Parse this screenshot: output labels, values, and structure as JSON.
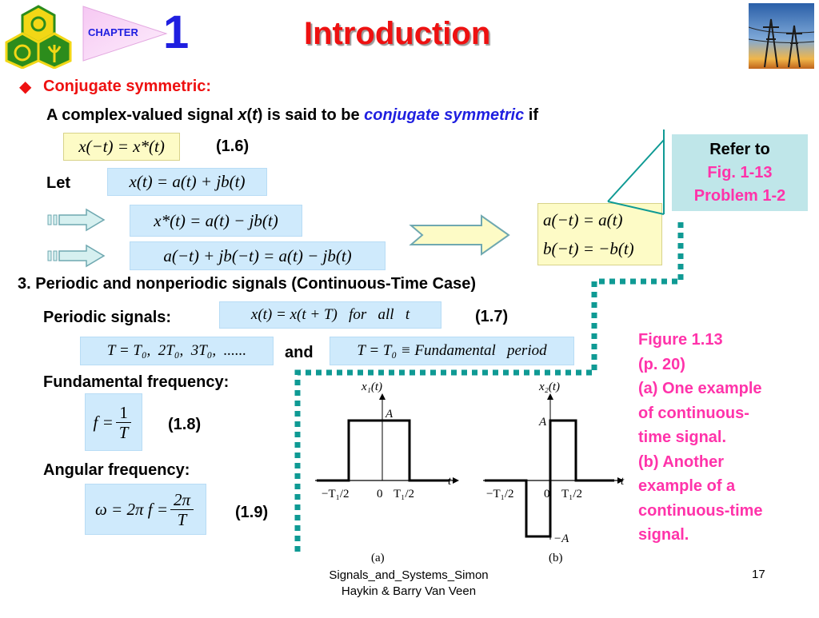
{
  "header": {
    "chapter_label": "CHAPTER",
    "chapter_number": "1",
    "title": "Introduction"
  },
  "section1": {
    "bullet": "◆",
    "heading": "Conjugate symmetric:",
    "sentence_prefix": "A complex-valued signal ",
    "sentence_var": "x",
    "sentence_paren_open": "(",
    "sentence_t": "t",
    "sentence_paren_close": ")",
    "sentence_middle": " is said to be ",
    "sentence_em": "conjugate symmetric",
    "sentence_suffix": " if",
    "eq_1_6": "x(−t) = x*(t)",
    "eq_1_6_label": "(1.6)",
    "let_label": "Let",
    "eq_let": "x(t) = a(t) + jb(t)",
    "eq_conj": "x*(t) = a(t) − jb(t)",
    "eq_sum": "a(−t) + jb(−t) = a(t) − jb(t)",
    "eq_result_a": "a(−t) = a(t)",
    "eq_result_b": "b(−t) = −b(t)"
  },
  "refer_box": {
    "line1": "Refer to",
    "line2": "Fig. 1-13",
    "line3": "Problem 1-2"
  },
  "section3": {
    "heading": "3. Periodic and nonperiodic signals (Continuous-Time Case)",
    "periodic_label": "Periodic signals:",
    "eq_1_7": "x(t) = x(t + T)   for   all   t",
    "eq_1_7_label": "(1.7)",
    "eq_periods": "T = T₀,  2T₀,  3T₀,  ......",
    "and_label": "and",
    "eq_fundamental": "T = T₀ ≡ Fundamental   period",
    "fund_freq_label": "Fundamental frequency:",
    "eq_1_8_lhs": "f =",
    "eq_1_8_num": "1",
    "eq_1_8_den": "T",
    "eq_1_8_label": "(1.8)",
    "ang_freq_label": "Angular frequency:",
    "eq_1_9_lhs": "ω = 2π f =",
    "eq_1_9_num": "2π",
    "eq_1_9_den": "T",
    "eq_1_9_label": "(1.9)"
  },
  "figure_caption": {
    "lines": [
      "Figure 1.13",
      "(p. 20)",
      "(a) One example",
      "of continuous-",
      "time signal.",
      "(b) Another",
      "example of a",
      "continuous-time",
      "signal."
    ]
  },
  "plots": {
    "a": {
      "ylabel": "x₁(t)",
      "amplitude_label": "A",
      "tick_left": "−T₁/2",
      "tick_zero": "0",
      "tick_right": "T₁/2",
      "xlabel": "t",
      "caption": "(a)"
    },
    "b": {
      "ylabel": "x₂(t)",
      "amplitude_label": "A",
      "neg_amplitude_label": "−A",
      "tick_left": "−T₁/2",
      "tick_zero": "0",
      "tick_right": "T₁/2",
      "xlabel": "t",
      "caption": "(b)"
    }
  },
  "footer": {
    "line1": "Signals_and_Systems_Simon",
    "line2": "Haykin & Barry Van Veen",
    "page_number": "17"
  },
  "colors": {
    "title_red": "#ee1111",
    "blue_text": "#1f1fe0",
    "pink_text": "#ff33aa",
    "eq_box_blue": "#cfeafc",
    "eq_box_yellow": "#fdfbc6",
    "teal_dotted": "#0f9a94",
    "refer_box_bg": "#bfe6e9",
    "logo_green": "#2c8c1c",
    "logo_yellow": "#f2d716"
  }
}
